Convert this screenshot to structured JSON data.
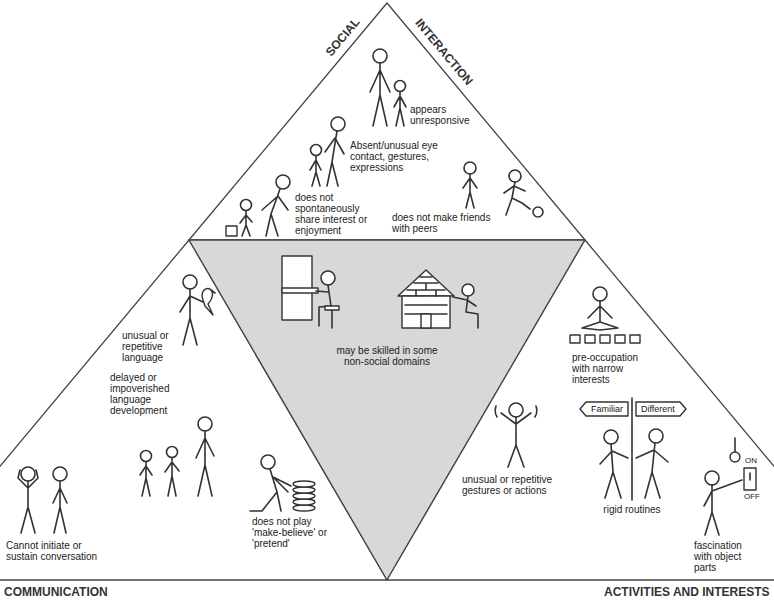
{
  "diagram": {
    "nodes": [
      {
        "text": [
          "SOCIAL",
          "INTERACTION",
          "appears unresponsive",
          "Absent/unusual eye contact, gestures, expressions",
          "does not spontaneously share interest or enjoyment",
          "does not make friends with peers"
        ]
      },
      {
        "text": [
          "COMMUNICATION",
          "unusual or repetitive language",
          "delayed or impoverished language development",
          "Cannot initiate or sustain conversation",
          "does not play 'make-believe' or 'pretend'"
        ]
      },
      {
        "text": [
          "may be skilled in some non-social domains"
        ]
      },
      {
        "text": [
          "ACTIVITIES AND INTERESTS",
          "pre-occupation with narrow interests",
          "unusual or repetitive gestures or actions",
          "rigid routines",
          "fascination with object parts"
        ]
      }
    ],
    "labels": [
      "Familiar",
      "Different",
      "ON",
      "OFF"
    ]
  }
}
